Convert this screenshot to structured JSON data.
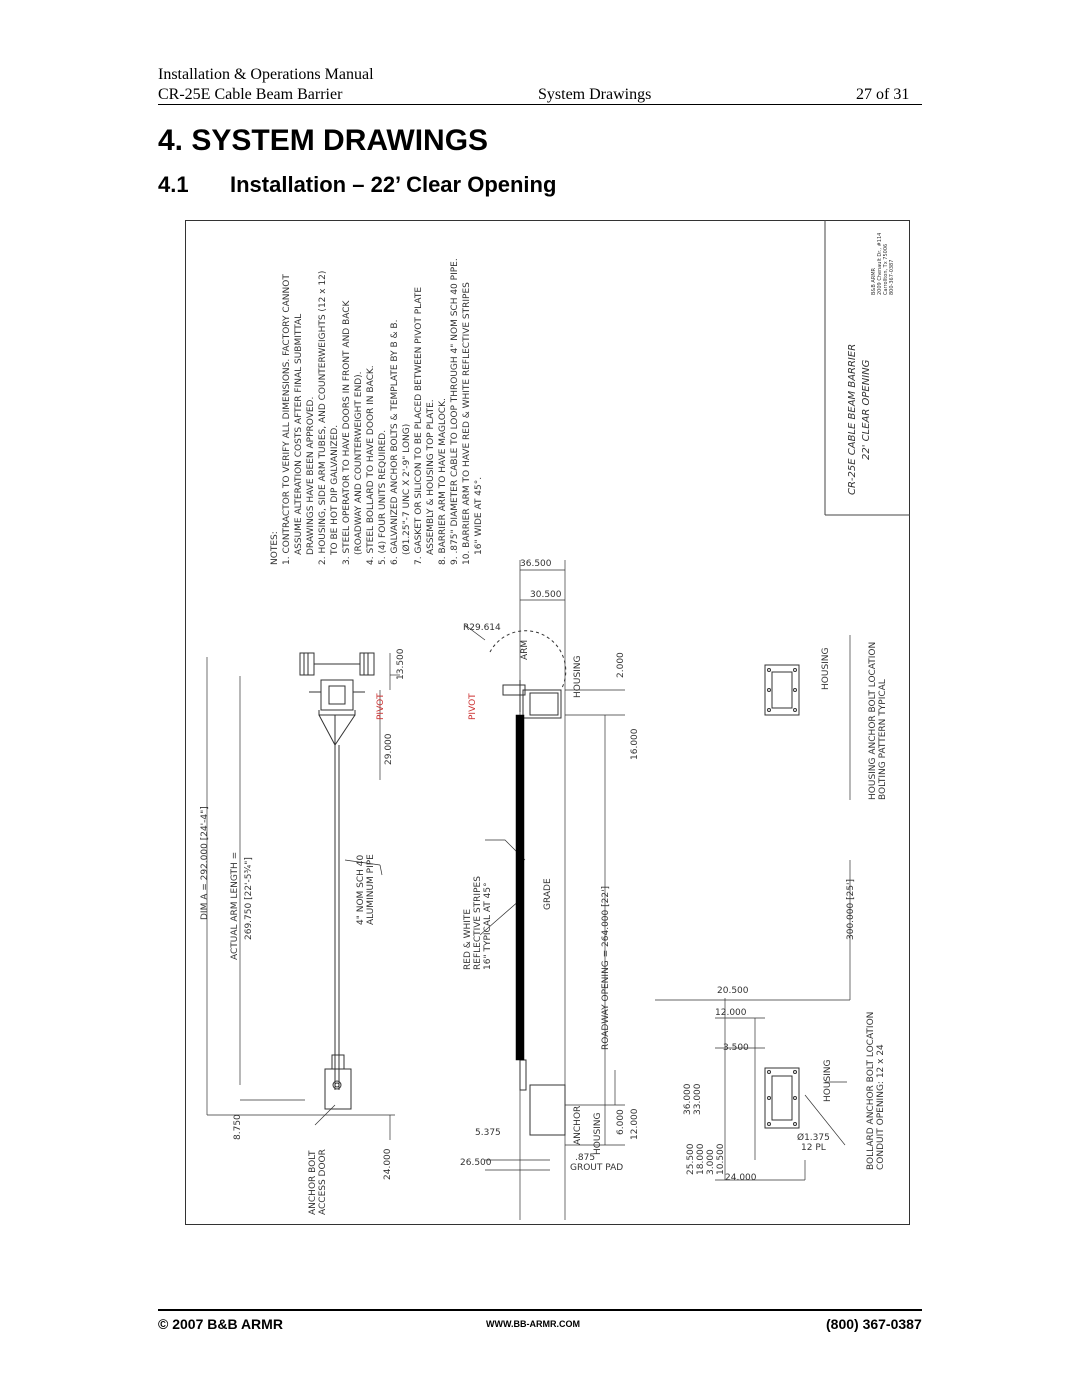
{
  "header": {
    "manual_title": "Installation & Operations Manual",
    "product": "CR-25E Cable Beam Barrier",
    "section": "System Drawings",
    "page": "27 of 31"
  },
  "heading1": "4. SYSTEM DRAWINGS",
  "heading2": {
    "number": "4.1",
    "title": "Installation – 22’ Clear Opening"
  },
  "drawing": {
    "notes_title": "NOTES:",
    "notes": [
      "1. CONTRACTOR TO VERIFY ALL DIMENSIONS. FACTORY CANNOT",
      "ASSUME ALTERATION COSTS AFTER FINAL SUBMITTAL",
      "DRAWINGS HAVE BEEN APPROVED.",
      "2. HOUSING, SIDE ARM TUBES, AND COUNTERWEIGHTS (12 x 12)",
      "TO BE HOT DIP GALVANIZED.",
      "3. STEEL OPERATOR TO HAVE DOORS IN FRONT AND BACK",
      "(ROADWAY AND COUNTERWEIGHT END).",
      "4. STEEL BOLLARD TO HAVE DOOR IN BACK.",
      "5. (4) FOUR UNITS REQUIRED.",
      "6. GALVANIZED ANCHOR BOLTS & TEMPLATE BY B & B.",
      "(Ø1.25\"-7 UNC X 2'-9\" LONG)",
      "7. GASKET OR SILICON TO BE PLACED BETWEEN PIVOT PLATE",
      "ASSEMBLY & HOUSING TOP PLATE.",
      "8. BARRIER ARM TO HAVE MAGLOCK.",
      "9. .875\" DIAMETER CABLE TO LOOP THROUGH 4\" NOM SCH 40 PIPE.",
      "10. BARRIER ARM TO HAVE RED & WHITE REFLECTIVE STRIPES",
      "16\" WIDE AT 45°."
    ],
    "title_block": {
      "title": "CR-25E CABLE BEAM BARRIER",
      "subtitle": "22' CLEAR OPENING",
      "company": "B&B ARMR",
      "address1": "2009 Chenault Dr., #114",
      "address2": "Carrollton, Tx 75006",
      "phone": "800-367-0387"
    },
    "labels": {
      "dim_a": "DIM A = 292.000 [24'-4\"]",
      "actual_arm": "ACTUAL ARM LENGTH =",
      "arm_len": "269.750 [22'-5¾\"]",
      "pipe1": "4\" NOM SCH 40",
      "pipe2": "ALUMINUM PIPE",
      "roadway": "ROADWAY OPENING = 264.000 [22']",
      "red_white1": "RED & WHITE",
      "red_white2": "REFLECTIVE STRIPES",
      "red_white3": "16\" TYPICAL AT 45°",
      "grade": "GRADE",
      "housing_anchor1": "HOUSING ANCHOR BOLT LOCATION",
      "housing_anchor2": "BOLTING PATTERN TYPICAL",
      "bollard_anchor1": "BOLLARD ANCHOR BOLT LOCATION",
      "bollard_anchor2": "CONDUIT OPENING: 12 x 24",
      "anchor_bolt1": "ANCHOR BOLT",
      "anchor_bolt2": "ACCESS DOOR",
      "grout_pad": "GROUT PAD",
      "twelve_pl": "12 PL",
      "pivot": "PIVOT",
      "arm": "ARM",
      "housing": "HOUSING",
      "anchor": "ANCHOR",
      "cl": "℄"
    },
    "dims": {
      "d13500": "13.500",
      "d29000": "29.000",
      "d36500": "36.500",
      "d30500": "30.500",
      "r29614": "R29.614",
      "d2000": "2.000",
      "d16000": "16.000",
      "d300000": "300.000 [25']",
      "d12000a": "12.000",
      "d20500": "20.500",
      "d12000b": "12.000",
      "d3500": "3.500",
      "d36000": "36.000",
      "d33000": "33.000",
      "d25500": "25.500",
      "d18000": "18.000",
      "d3000": "3.000",
      "d10500": "10.500",
      "d1375": "Ø1.375",
      "d24000a": "24.000",
      "d24000b": "24.000",
      "d8750": "8.750",
      "d5375": "5.375",
      "d26500": "26.500",
      "d875": ".875",
      "d6000": "6.000"
    }
  },
  "footer": {
    "copyright": "© 2007 B&B ARMR",
    "website": "WWW.BB-ARMR.COM",
    "phone": "(800) 367-0387"
  }
}
